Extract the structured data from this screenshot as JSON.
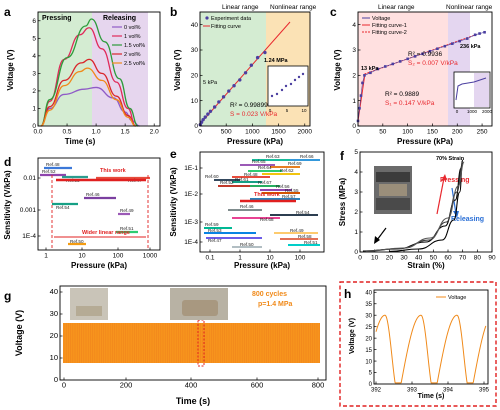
{
  "colors": {
    "purple": "#9e6ac9",
    "red": "#e8282e",
    "green": "#2e9d3c",
    "orange": "#f08a1a",
    "blue": "#2a6fd6",
    "dash": "#e02020"
  },
  "panel_a": {
    "letter": "a",
    "region_left": "Pressing",
    "region_right": "Releasing",
    "xlabel": "Time (s)",
    "ylabel": "Voltage (V)",
    "xticks": [
      "0.0",
      "0.5",
      "1.0",
      "1.5",
      "2.0"
    ],
    "yticks": [
      "0",
      "1",
      "2",
      "3",
      "4",
      "5",
      "6"
    ],
    "legend": [
      "0 vol%",
      "1 vol%",
      "1.5 vol%",
      "2 vol%",
      "2.5 vol%"
    ]
  },
  "panel_b": {
    "letter": "b",
    "top_left": "Linear range",
    "top_right": "Nonlinear range",
    "legend": [
      "Experiment data",
      "Fitting curve"
    ],
    "ann_5": "5 kPa",
    "ann_124": "1.24 MPa",
    "r2": "R² = 0.99899",
    "s": "S = 0.023 V/kPa",
    "xlabel": "Pressure (kPa)",
    "ylabel": "Voltage (V)",
    "xticks": [
      "0",
      "500",
      "1000",
      "1500",
      "2000"
    ],
    "yticks": [
      "0",
      "10",
      "20",
      "30",
      "40"
    ],
    "inset_xticks": [
      "0",
      "5",
      "10"
    ]
  },
  "panel_c": {
    "letter": "c",
    "top_left": "Linear range",
    "top_right": "Nonlinear range",
    "legend": [
      "Voltage",
      "Fitting curve-1",
      "Fitting curve-2"
    ],
    "ann_13": "13 kPa",
    "ann_236": "236 kPa",
    "r2_1": "R² = 0.9936",
    "s_1": "S₂ = 0.007 V/kPa",
    "r2_2": "R² = 0.9889",
    "s_2": "S₁ = 0.147 V/kPa",
    "xlabel": "Pressure (kPa)",
    "ylabel": "Voltage (V)",
    "xticks": [
      "0",
      "50",
      "100",
      "150",
      "200",
      "250"
    ],
    "yticks": [
      "0",
      "1",
      "2",
      "3",
      "4"
    ],
    "inset_xticks": [
      "0",
      "1000",
      "2000"
    ]
  },
  "panel_d": {
    "letter": "d",
    "ylabel": "Sensitivity (V/kPa)",
    "xlabel": "Pressure (kPa)",
    "yticks": [
      "0.01",
      "0.001",
      "1E-4"
    ],
    "xticks": [
      "1",
      "10",
      "100",
      "1000"
    ],
    "this_work": "This work",
    "wider": "Wider linear range",
    "refs": [
      "Ref.48",
      "Ref.52",
      "Ref.53",
      "Ref.47",
      "Ref.46",
      "Ref.54",
      "Ref.49",
      "Ref.51",
      "Ref.50"
    ]
  },
  "panel_e": {
    "letter": "e",
    "ylabel": "Sensitivity (V/kPa)",
    "xlabel": "Pressure (kPa)",
    "yticks": [
      "1E-1",
      "1E-2",
      "1E-3",
      "1E-4"
    ],
    "xticks": [
      "0.1",
      "1",
      "10",
      "100"
    ],
    "this_work": "This work",
    "refs": [
      "Ref.63",
      "Ref.66",
      "Ref.65",
      "Ref.69",
      "Ref.64",
      "Ref.62",
      "Ref.48",
      "Ref.60",
      "Ref.61",
      "Ref.67",
      "Ref.56",
      "Ref.55",
      "Ref.52",
      "Ref.57",
      "Ref.46",
      "Ref.54",
      "Ref.68",
      "Ref.59",
      "Ref.53",
      "Ref.47",
      "Ref.49",
      "Ref.58",
      "Ref.51",
      "Ref.50"
    ]
  },
  "panel_f": {
    "letter": "f",
    "strain_note": "70% Strain",
    "pressing": "Pressing",
    "releasing": "Releasing",
    "xlabel": "Strain (%)",
    "ylabel": "Stress (MPa)",
    "xticks": [
      "0",
      "10",
      "20",
      "30",
      "40",
      "50",
      "60",
      "70",
      "80",
      "90"
    ],
    "yticks": [
      "0",
      "1",
      "2",
      "3",
      "4",
      "5"
    ]
  },
  "panel_g": {
    "letter": "g",
    "cycles": "800 cycles",
    "p": "p=1.4 MPa",
    "xlabel": "Time (s)",
    "ylabel": "Voltage (V)",
    "xticks": [
      "0",
      "200",
      "400",
      "600",
      "800"
    ],
    "yticks": [
      "0",
      "10",
      "20",
      "30",
      "40"
    ]
  },
  "panel_h": {
    "letter": "h",
    "legend": "Voltage",
    "xlabel": "Time (s)",
    "ylabel": "Voltage (V)",
    "xticks": [
      "392",
      "393",
      "394",
      "395"
    ],
    "yticks": [
      "0",
      "5",
      "10",
      "15",
      "20",
      "25",
      "30",
      "35",
      "40"
    ]
  },
  "chart_data": [
    {
      "type": "line",
      "panel": "a",
      "x_range": [
        0,
        2
      ],
      "ylim": [
        0,
        6.5
      ],
      "series": [
        {
          "name": "0 vol%",
          "color": "#8f5bc7",
          "x": [
            0.05,
            0.2,
            0.45,
            0.8,
            1.0,
            1.3,
            1.5,
            1.62,
            1.75
          ],
          "y": [
            0,
            1.0,
            1.8,
            2.1,
            2.2,
            1.6,
            0.8,
            0.3,
            0
          ]
        },
        {
          "name": "1 vol%",
          "color": "#e02a5a",
          "x": [
            0.05,
            0.2,
            0.45,
            0.72,
            0.88,
            1.1,
            1.35,
            1.55,
            1.68
          ],
          "y": [
            0,
            1.4,
            3.8,
            5.2,
            5.6,
            4.4,
            2.5,
            1.0,
            0
          ]
        },
        {
          "name": "1.5 vol%",
          "color": "#2d9b3a",
          "x": [
            0.05,
            0.2,
            0.5,
            0.82,
            0.92,
            1.15,
            1.4,
            1.58,
            1.72
          ],
          "y": [
            0,
            1.5,
            3.9,
            5.7,
            6.1,
            4.8,
            2.7,
            1.0,
            0
          ]
        },
        {
          "name": "2 vol%",
          "color": "#d9262b",
          "x": [
            0.05,
            0.2,
            0.45,
            0.75,
            0.88,
            1.1,
            1.35,
            1.55,
            1.68
          ],
          "y": [
            0,
            1.1,
            2.6,
            3.6,
            3.8,
            3.0,
            1.7,
            0.6,
            0
          ]
        },
        {
          "name": "2.5 vol%",
          "color": "#f08a1a",
          "x": [
            0.05,
            0.2,
            0.45,
            0.72,
            0.85,
            1.1,
            1.35,
            1.55,
            1.68
          ],
          "y": [
            0,
            0.9,
            2.3,
            3.1,
            3.3,
            2.6,
            1.5,
            0.5,
            0
          ]
        }
      ]
    },
    {
      "type": "scatter",
      "panel": "b",
      "xlim": [
        0,
        2100
      ],
      "ylim": [
        0,
        45
      ],
      "x": [
        5,
        30,
        60,
        100,
        150,
        200,
        280,
        360,
        450,
        550,
        650,
        760,
        870,
        980,
        1100,
        1240
      ],
      "y": [
        0.5,
        1.5,
        2.5,
        3.5,
        4.7,
        5.8,
        7.5,
        9.5,
        11.5,
        13.8,
        15.9,
        18.2,
        21,
        24,
        27,
        29
      ]
    },
    {
      "type": "scatter",
      "panel": "c",
      "xlim": [
        0,
        270
      ],
      "ylim": [
        0,
        4.5
      ],
      "x": [
        0,
        3,
        6,
        9,
        13,
        25,
        40,
        55,
        70,
        85,
        100,
        115,
        130,
        145,
        160,
        175,
        190,
        205,
        220,
        236,
        245,
        255
      ],
      "y": [
        0.2,
        0.7,
        1.2,
        1.7,
        2.0,
        2.1,
        2.25,
        2.35,
        2.45,
        2.55,
        2.65,
        2.75,
        2.85,
        2.95,
        3.05,
        3.15,
        3.25,
        3.35,
        3.45,
        3.6,
        3.65,
        3.7
      ]
    }
  ]
}
